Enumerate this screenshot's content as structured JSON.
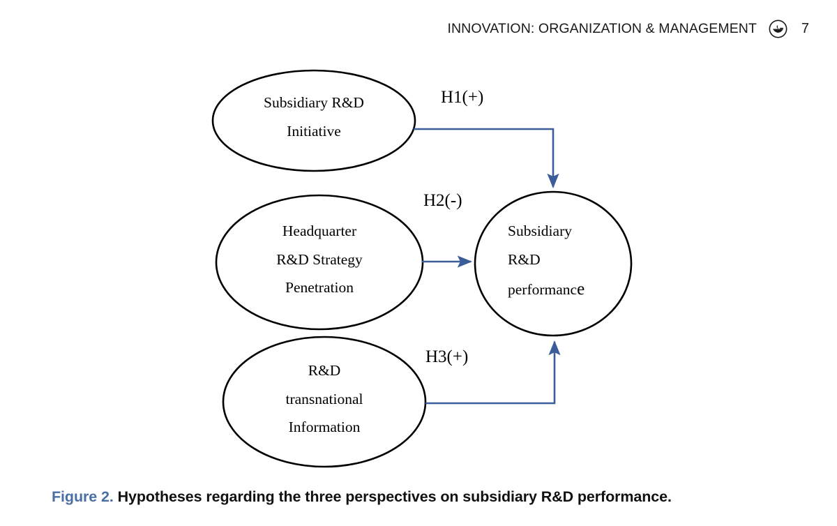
{
  "running_head": {
    "title": "INNOVATION: ORGANIZATION & MANAGEMENT",
    "journal_mark_name": "journal-emblem-icon",
    "page_number": "7"
  },
  "figure": {
    "nodes": [
      {
        "id": "subsidiary-rd-initiative",
        "lines": [
          "Subsidiary R&D",
          "Initiative"
        ],
        "align": "center"
      },
      {
        "id": "headquarter-rd-strategy-penetration",
        "lines": [
          "Headquarter",
          "R&D Strategy",
          "Penetration"
        ],
        "align": "center"
      },
      {
        "id": "rd-transnational-information",
        "lines": [
          "R&D",
          "transnational",
          "Information"
        ],
        "align": "center"
      },
      {
        "id": "subsidiary-rd-performance",
        "lines": [
          "Subsidiary",
          "R&D",
          "performanc",
          "e"
        ],
        "align": "left"
      }
    ],
    "hypotheses": [
      {
        "id": "h1",
        "label": "H1(+)",
        "from": "subsidiary-rd-initiative",
        "to": "subsidiary-rd-performance",
        "sign": "+"
      },
      {
        "id": "h2",
        "label": "H2(-)",
        "from": "headquarter-rd-strategy-penetration",
        "to": "subsidiary-rd-performance",
        "sign": "-"
      },
      {
        "id": "h3",
        "label": "H3(+)",
        "from": "rd-transnational-information",
        "to": "subsidiary-rd-performance",
        "sign": "+"
      }
    ],
    "colors": {
      "node_stroke": "#000000",
      "node_fill": "#ffffff",
      "arrow": "#3B5E9B"
    }
  },
  "caption": {
    "label": "Figure 2.",
    "text": "Hypotheses regarding the three perspectives on subsidiary R&D performance.",
    "label_color": "#4A6FA5"
  }
}
